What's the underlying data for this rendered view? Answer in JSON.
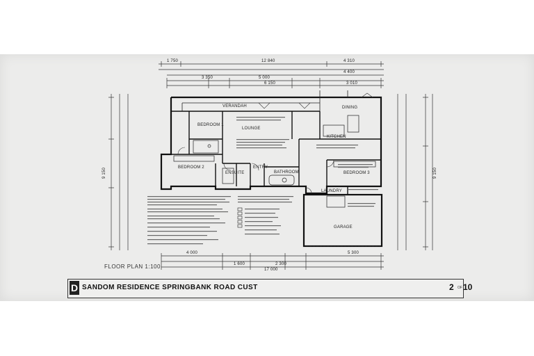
{
  "drawing": {
    "title": "SANDOM RESIDENCE   SPRINGBANK ROAD   CUST",
    "caption": "FLOOR PLAN 1:100",
    "sheet": {
      "number": "2",
      "total": "10"
    },
    "logo": "D"
  },
  "rooms": {
    "verandah": "VERANDAH",
    "dining": "DINING",
    "lounge": "LOUNGE",
    "bedroom1": "BEDROOM 1",
    "bedroom2": "BEDROOM 2",
    "bedroom3": "BEDROOM 3",
    "ensuite": "ENSUITE",
    "entry": "ENTRY",
    "bathroom": "BATHROOM",
    "kitchen": "KITCHEN",
    "laundry": "LAUNDRY",
    "garage": "GARAGE"
  },
  "dimensions": {
    "overall_width": "12 840",
    "top_left": "1 750",
    "top_right": "4 310",
    "sub_a": "3 350",
    "sub_b": "5 000",
    "sub_c": "6 150",
    "sub_d": "3 010",
    "sub_e": "4 400",
    "bottom_a": "4 000",
    "bottom_b": "1 600",
    "bottom_c": "2 300",
    "bottom_d": "5 300",
    "overall_bottom": "17 000",
    "left_total": "9 150",
    "right_total": "9 150"
  }
}
